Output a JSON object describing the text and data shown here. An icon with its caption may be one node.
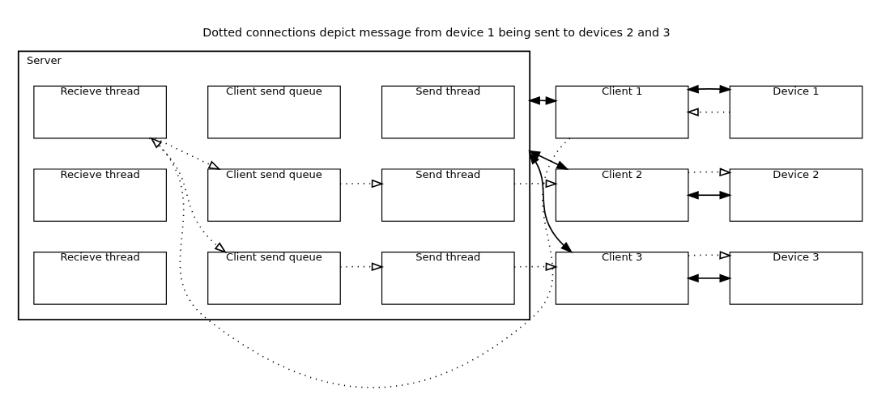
{
  "diagram": {
    "title": "Dotted connections depict message from device 1 being sent to devices 2 and 3",
    "nodes": [
      {
        "text": [
          "Server"
        ]
      },
      {
        "text": [
          "Recieve thread"
        ],
        "in": 0
      },
      {
        "text": [
          "Client send queue"
        ],
        "in": 0
      },
      {
        "text": [
          "Send thread"
        ],
        "in": 0
      },
      {
        "text": [
          "Recieve thread"
        ],
        "in": 0
      },
      {
        "text": [
          "Client send queue"
        ],
        "in": 0
      },
      {
        "text": [
          "Send thread"
        ],
        "in": 0
      },
      {
        "text": [
          "Recieve thread"
        ],
        "in": 0
      },
      {
        "text": [
          "Client send queue"
        ],
        "in": 0
      },
      {
        "text": [
          "Send thread"
        ],
        "in": 0
      },
      {
        "text": [
          "Client 1"
        ]
      },
      {
        "text": [
          "Device 1"
        ]
      },
      {
        "text": [
          "Client 2"
        ]
      },
      {
        "text": [
          "Device 2"
        ]
      },
      {
        "text": [
          "Client 3"
        ]
      },
      {
        "text": [
          "Device 3"
        ]
      }
    ],
    "edges": [
      {
        "from": 11,
        "to": 10,
        "arrow": "to",
        "style": "dashed"
      },
      {
        "from": 10,
        "to": 11,
        "arrow": "both"
      },
      {
        "from": 10,
        "to": 1,
        "arrow": "to",
        "style": "dashed"
      },
      {
        "from": 0,
        "to": 10,
        "arrow": "both"
      },
      {
        "from": 1,
        "to": 5,
        "arrow": "to",
        "style": "dashed"
      },
      {
        "from": 1,
        "to": 8,
        "arrow": "to",
        "style": "dashed"
      },
      {
        "from": 0,
        "to": 12,
        "arrow": "both"
      },
      {
        "from": 12,
        "to": 13,
        "arrow": "both"
      },
      {
        "from": 6,
        "to": 12,
        "arrow": "to",
        "style": "dashed"
      },
      {
        "from": 12,
        "to": 13,
        "arrow": "to",
        "style": "dashed"
      },
      {
        "from": 5,
        "to": 6,
        "arrow": "to",
        "style": "dashed"
      },
      {
        "from": 0,
        "to": 14,
        "arrow": "both"
      },
      {
        "from": 14,
        "to": 15,
        "arrow": "both"
      },
      {
        "from": 9,
        "to": 14,
        "arrow": "to",
        "style": "dashed"
      },
      {
        "from": 14,
        "to": 15,
        "arrow": "to",
        "style": "dashed"
      },
      {
        "from": 8,
        "to": 9,
        "arrow": "to",
        "style": "dashed"
      }
    ]
  }
}
